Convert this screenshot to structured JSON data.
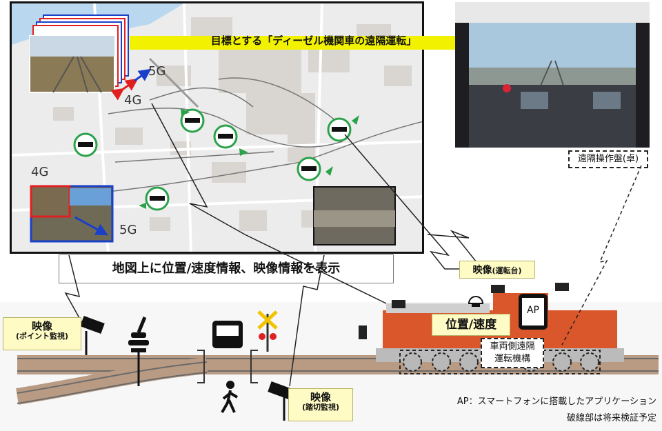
{
  "banner": {
    "text": "目標とする「ディーゼル機関車の遠隔運転」"
  },
  "map": {
    "network_labels": [
      "5G",
      "4G",
      "4G",
      "5G"
    ],
    "caption": "地図上に位置/速度情報、映像情報を表示"
  },
  "cab": {
    "remote_console_label": "遠隔操作盤(卓)"
  },
  "labels": {
    "video_point_main": "映像",
    "video_point_sub": "(ポイント監視)",
    "video_crossing_main": "映像",
    "video_crossing_sub": "(踏切監視)",
    "video_cab_main": "映像",
    "video_cab_sub": "(運転台)",
    "position_speed": "位置/速度",
    "ap_badge": "AP",
    "vehicle_mechanism_line1": "車両側遠隔",
    "vehicle_mechanism_line2": "運転機構"
  },
  "notes": {
    "ap_definition": "AP：スマートフォンに搭載したアプリケーション",
    "dashed_note": "破線部は将来検証予定"
  },
  "colors": {
    "banner_yellow": "#f2f200",
    "locomotive_orange": "#d9572a",
    "marker_green": "#2aa24a",
    "network_blue": "#1a3fc8",
    "network_red": "#e02020",
    "label_yellow": "#fffbc4"
  },
  "icons": [
    "train-icon",
    "camera-icon",
    "crossing-signal-icon",
    "truck-icon",
    "pedestrian-icon",
    "point-lever-icon",
    "smartphone-icon",
    "light-icon"
  ]
}
